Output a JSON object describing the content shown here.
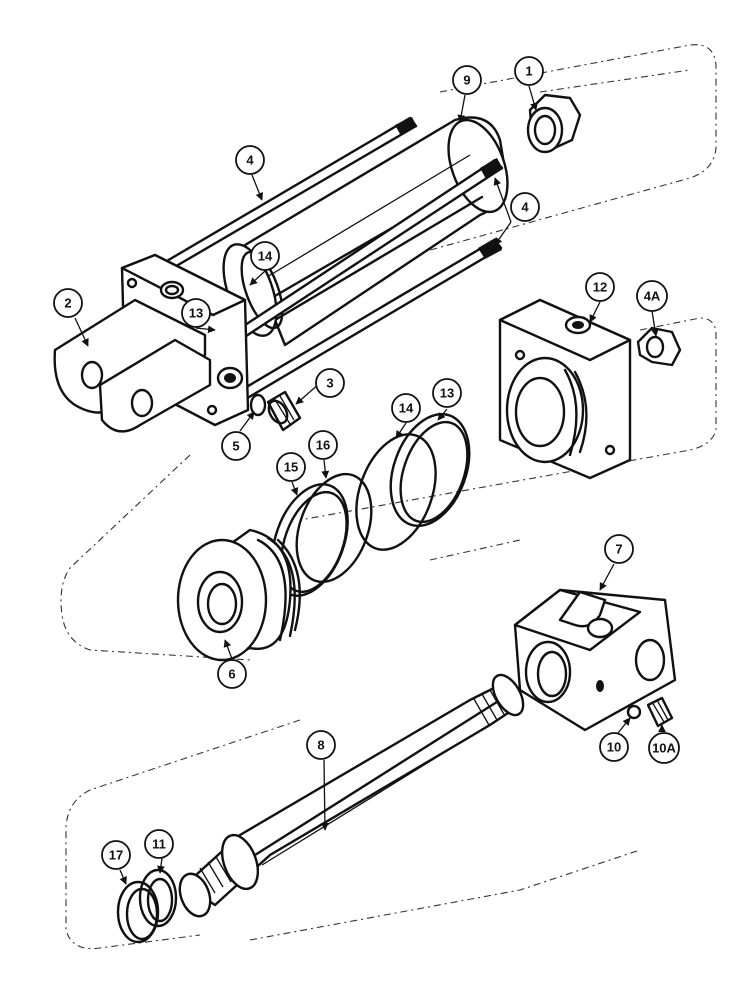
{
  "callouts": {
    "c1": "1",
    "c2": "2",
    "c3": "3",
    "c4a": "4",
    "c4b": "4",
    "c4A": "4A",
    "c5": "5",
    "c6": "6",
    "c7": "7",
    "c8": "8",
    "c9": "9",
    "c10": "10",
    "c10A": "10A",
    "c11": "11",
    "c12": "12",
    "c13a": "13",
    "c13b": "13",
    "c14a": "14",
    "c14b": "14",
    "c15": "15",
    "c16": "16",
    "c17": "17"
  }
}
